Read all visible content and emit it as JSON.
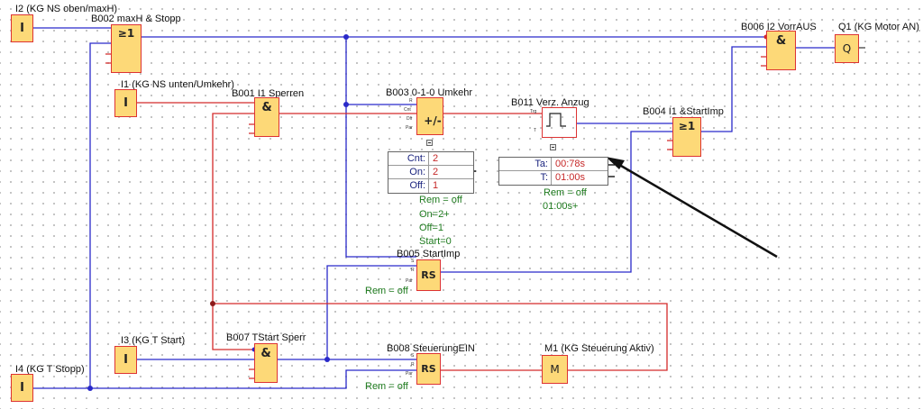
{
  "inputs": {
    "i2": {
      "label": "I2 (KG NS oben/maxH)",
      "symbol": "I"
    },
    "i1": {
      "label": "I1 (KG NS unten/Umkehr)",
      "symbol": "I"
    },
    "i3": {
      "label": "I3 (KG T Start)",
      "symbol": "I"
    },
    "i4": {
      "label": "I4 (KG T Stopp)",
      "symbol": "I"
    }
  },
  "blocks": {
    "b002": {
      "label": "B002 maxH & Stopp",
      "symbol": "≥1"
    },
    "b001": {
      "label": "B001 I1 Sperren",
      "symbol": "&"
    },
    "b003": {
      "label": "B003 0-1-0 Umkehr",
      "symbol": "+/-",
      "pins": [
        "R",
        "Cnt",
        "Dir",
        "Par"
      ],
      "params": [
        {
          "key": "Cnt:",
          "value": "2"
        },
        {
          "key": "On:",
          "value": "2"
        },
        {
          "key": "Off:",
          "value": "1"
        }
      ],
      "notes": [
        "Rem = off",
        "On=2+",
        "Off=1",
        "Start=0"
      ]
    },
    "b011": {
      "label": "B011 Verz. Anzug",
      "pins": [
        "Trg",
        "T"
      ],
      "params": [
        {
          "key": "Ta:",
          "value": "00:78s"
        },
        {
          "key": "T:",
          "value": "01:00s"
        }
      ],
      "notes": [
        "Rem = off",
        "01:00s+"
      ]
    },
    "b004": {
      "label": "B004 I1 &StartImp",
      "symbol": "≥1"
    },
    "b006": {
      "label": "B006 I2 VorrAUS",
      "symbol": "&"
    },
    "b005": {
      "label": "B005 StartImp",
      "symbol": "RS",
      "pins": [
        "S",
        "R",
        "Par"
      ],
      "note": "Rem = off"
    },
    "b007": {
      "label": "B007 TStart Sperr",
      "symbol": "&"
    },
    "b008": {
      "label": "B008 SteuerungEIN",
      "symbol": "RS",
      "pins": [
        "S",
        "R",
        "Par"
      ],
      "note": "Rem = off"
    }
  },
  "outputs": {
    "q1": {
      "label": "Q1 (KG Motor AN)",
      "symbol": "Q"
    },
    "m1": {
      "label": "M1 (KG Steuerung Aktiv)",
      "symbol": "M"
    }
  },
  "colors": {
    "blue_wire": "#2929c9",
    "red_wire": "#d42a2a",
    "block_fill": "#fdd978",
    "note_green": "#1d7a1d",
    "param_red": "#c62828"
  }
}
